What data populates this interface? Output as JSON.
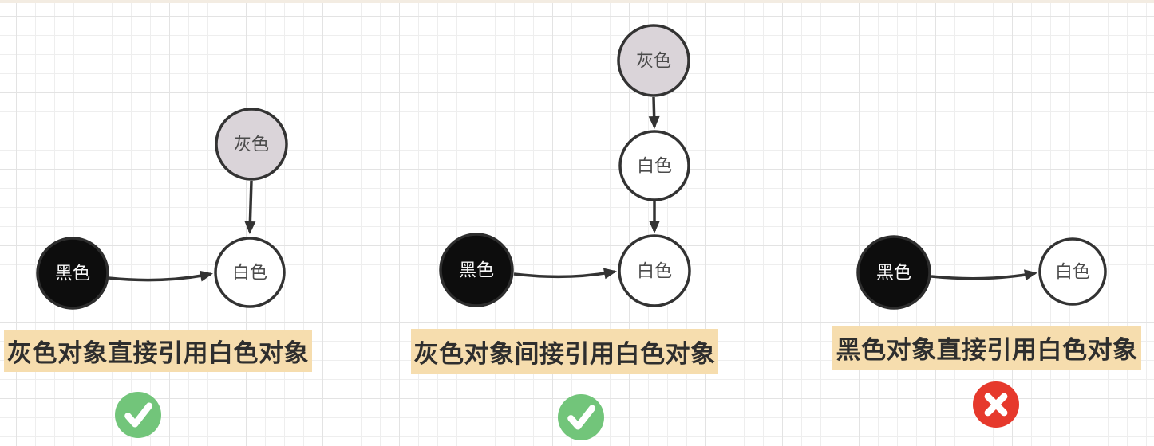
{
  "colors": {
    "top_strip": "#f3ece2",
    "grid_minor": "#eeeeee",
    "grid_major": "#e3e3e3",
    "caption_highlight": "#f6ddae",
    "caption_text": "#2e2e2e",
    "node_stroke": "#333333",
    "gray_node_fill": "#dad4d9",
    "black_node_fill": "#0d0d0d",
    "white_node_fill": "#ffffff",
    "pass_green": "#72c57a",
    "fail_red": "#e6392c"
  },
  "panels": [
    {
      "caption": "灰色对象直接引用白色对象",
      "verdict": "pass",
      "verdict_icon": "check-circle-icon",
      "nodes": [
        {
          "id": "gray-node",
          "label": "灰色"
        },
        {
          "id": "white-node",
          "label": "白色"
        },
        {
          "id": "black-node",
          "label": "黑色"
        }
      ]
    },
    {
      "caption": "灰色对象间接引用白色对象",
      "verdict": "pass",
      "verdict_icon": "check-circle-icon",
      "nodes": [
        {
          "id": "gray-node",
          "label": "灰色"
        },
        {
          "id": "white-node-1",
          "label": "白色"
        },
        {
          "id": "white-node-2",
          "label": "白色"
        },
        {
          "id": "black-node",
          "label": "黑色"
        }
      ]
    },
    {
      "caption": "黑色对象直接引用白色对象",
      "verdict": "fail",
      "verdict_icon": "x-circle-icon",
      "nodes": [
        {
          "id": "black-node",
          "label": "黑色"
        },
        {
          "id": "white-node",
          "label": "白色"
        }
      ]
    }
  ]
}
